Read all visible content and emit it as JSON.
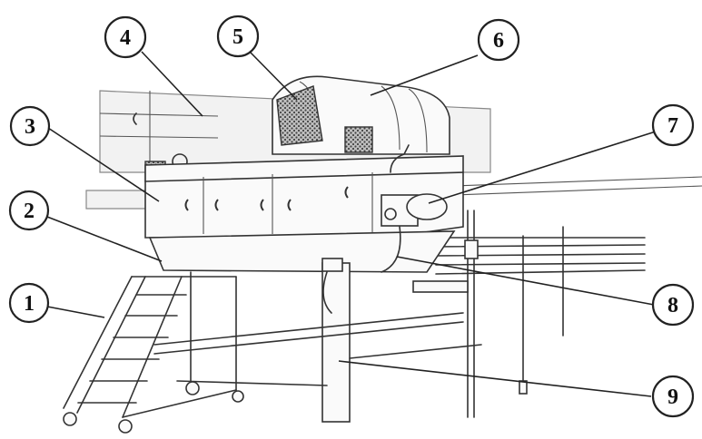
{
  "figure": {
    "callouts": [
      {
        "id": "callout-1",
        "label": "1"
      },
      {
        "id": "callout-2",
        "label": "2"
      },
      {
        "id": "callout-3",
        "label": "3"
      },
      {
        "id": "callout-4",
        "label": "4"
      },
      {
        "id": "callout-5",
        "label": "5"
      },
      {
        "id": "callout-6",
        "label": "6"
      },
      {
        "id": "callout-7",
        "label": "7"
      },
      {
        "id": "callout-8",
        "label": "8"
      },
      {
        "id": "callout-9",
        "label": "9"
      }
    ]
  }
}
